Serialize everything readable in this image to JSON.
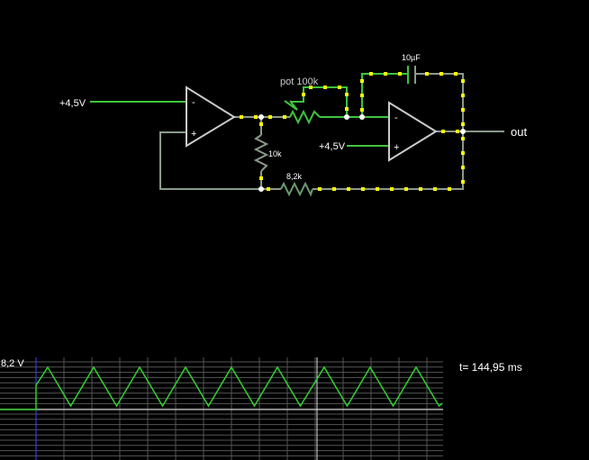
{
  "circuit": {
    "source_1_label": "+4,5V",
    "source_2_label": "+4,5V",
    "pot_label": "pot 100k",
    "capacitor_label": "10µF",
    "resistor_1_label": "10k",
    "resistor_2_label": "8,2k",
    "output_label": "out",
    "opamp_minus": "-",
    "opamp_plus": "+"
  },
  "scope": {
    "max_voltage_label": "8,2 V",
    "time_label": "t= 144,95 ms",
    "waveform": "triangle"
  },
  "colors": {
    "background": "#000000",
    "wire_gray": "#8a9a8a",
    "wire_green": "#3ec43e",
    "current_dot": "#ffff00",
    "trace": "#30d030"
  }
}
